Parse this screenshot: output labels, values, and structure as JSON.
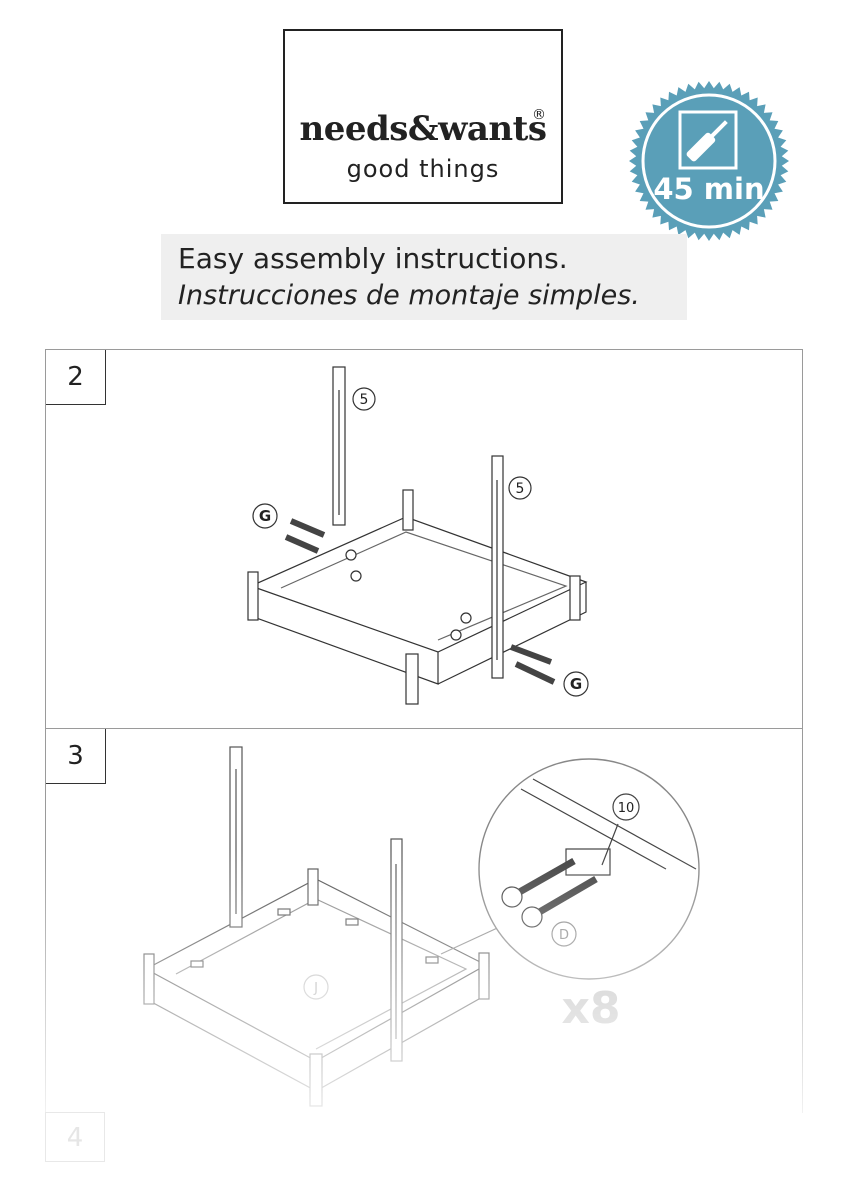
{
  "logo": {
    "brand": "needs&wants",
    "registered": "®",
    "tagline": "good things"
  },
  "badge": {
    "time": "45 min",
    "icon": "screwdriver-icon",
    "color": "#5a9fb8"
  },
  "title": {
    "english": "Easy assembly instructions.",
    "spanish": "Instrucciones de montaje simples."
  },
  "steps": [
    {
      "number": "2",
      "labels": {
        "post_left": "5",
        "post_right": "5",
        "screws_left": "G",
        "screws_right": "G"
      }
    },
    {
      "number": "3",
      "labels": {
        "panel": "J",
        "detail_part": "10",
        "screw": "D",
        "quantity": "x8"
      }
    }
  ],
  "next_step": {
    "number": "4"
  }
}
